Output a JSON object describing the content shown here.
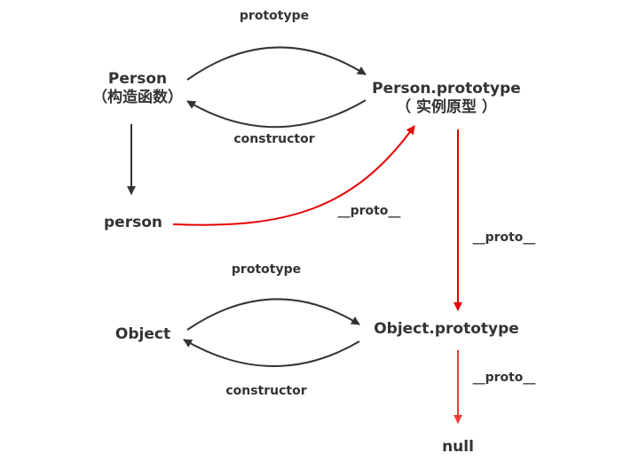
{
  "nodes": {
    "person_constructor": {
      "name": "Person",
      "note": "（构造函数）"
    },
    "person_prototype": {
      "name": "Person.prototype",
      "note": "（ 实例原型 ）"
    },
    "person_instance": {
      "name": "person"
    },
    "object_constructor": {
      "name": "Object"
    },
    "object_prototype": {
      "name": "Object.prototype"
    },
    "null_node": {
      "name": "null"
    }
  },
  "edges": {
    "prototype_top": "prototype",
    "constructor_top": "constructor",
    "proto_person": "__proto__",
    "proto_person_prototype": "__proto__",
    "prototype_bottom": "prototype",
    "constructor_bottom": "constructor",
    "proto_object_prototype": "__proto__"
  },
  "colors": {
    "dark_arrow": "#333333",
    "proto_arrow": "#e60000",
    "proto_arrow_light": "#f03a3a",
    "text": "#333333"
  }
}
